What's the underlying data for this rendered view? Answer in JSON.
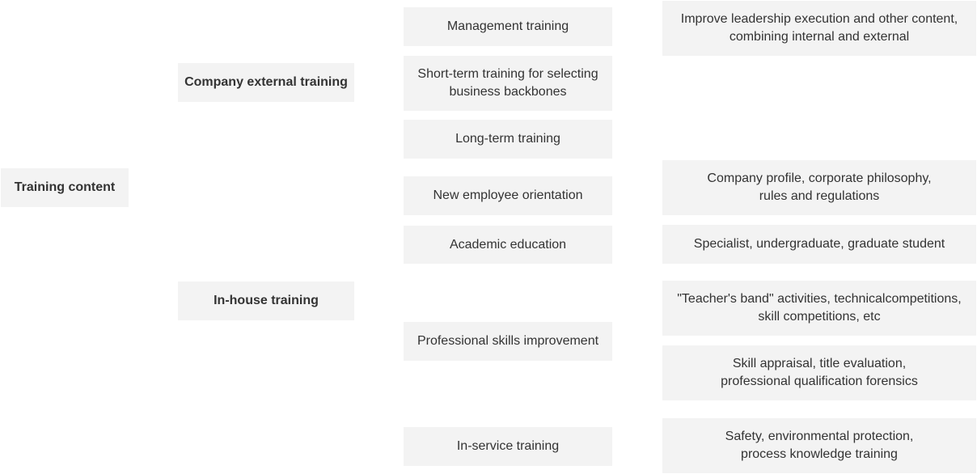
{
  "root": {
    "label": "Training content"
  },
  "categories": {
    "external": {
      "label": "Company external training"
    },
    "inhouse": {
      "label": "In-house training"
    }
  },
  "subtopics": {
    "management": {
      "label": "Management training"
    },
    "short_term": {
      "label": "Short-term training for selecting\nbusiness backbones"
    },
    "long_term": {
      "label": "Long-term training"
    },
    "orientation": {
      "label": "New employee orientation"
    },
    "academic": {
      "label": "Academic education"
    },
    "professional": {
      "label": "Professional skills improvement"
    },
    "in_service": {
      "label": "In-service training"
    }
  },
  "details": {
    "leadership": {
      "label": "Improve leadership execution and other content,\ncombining internal and external"
    },
    "company_profile": {
      "label": "Company profile, corporate philosophy,\nrules and regulations"
    },
    "specialist": {
      "label": "Specialist, undergraduate, graduate student"
    },
    "teachers_band": {
      "label": "\"Teacher's band\" activities, technicalcompetitions,\nskill competitions, etc"
    },
    "skill_appraisal": {
      "label": "Skill appraisal, title evaluation,\nprofessional qualification forensics"
    },
    "safety": {
      "label": "Safety, environmental protection,\nprocess knowledge training"
    }
  }
}
